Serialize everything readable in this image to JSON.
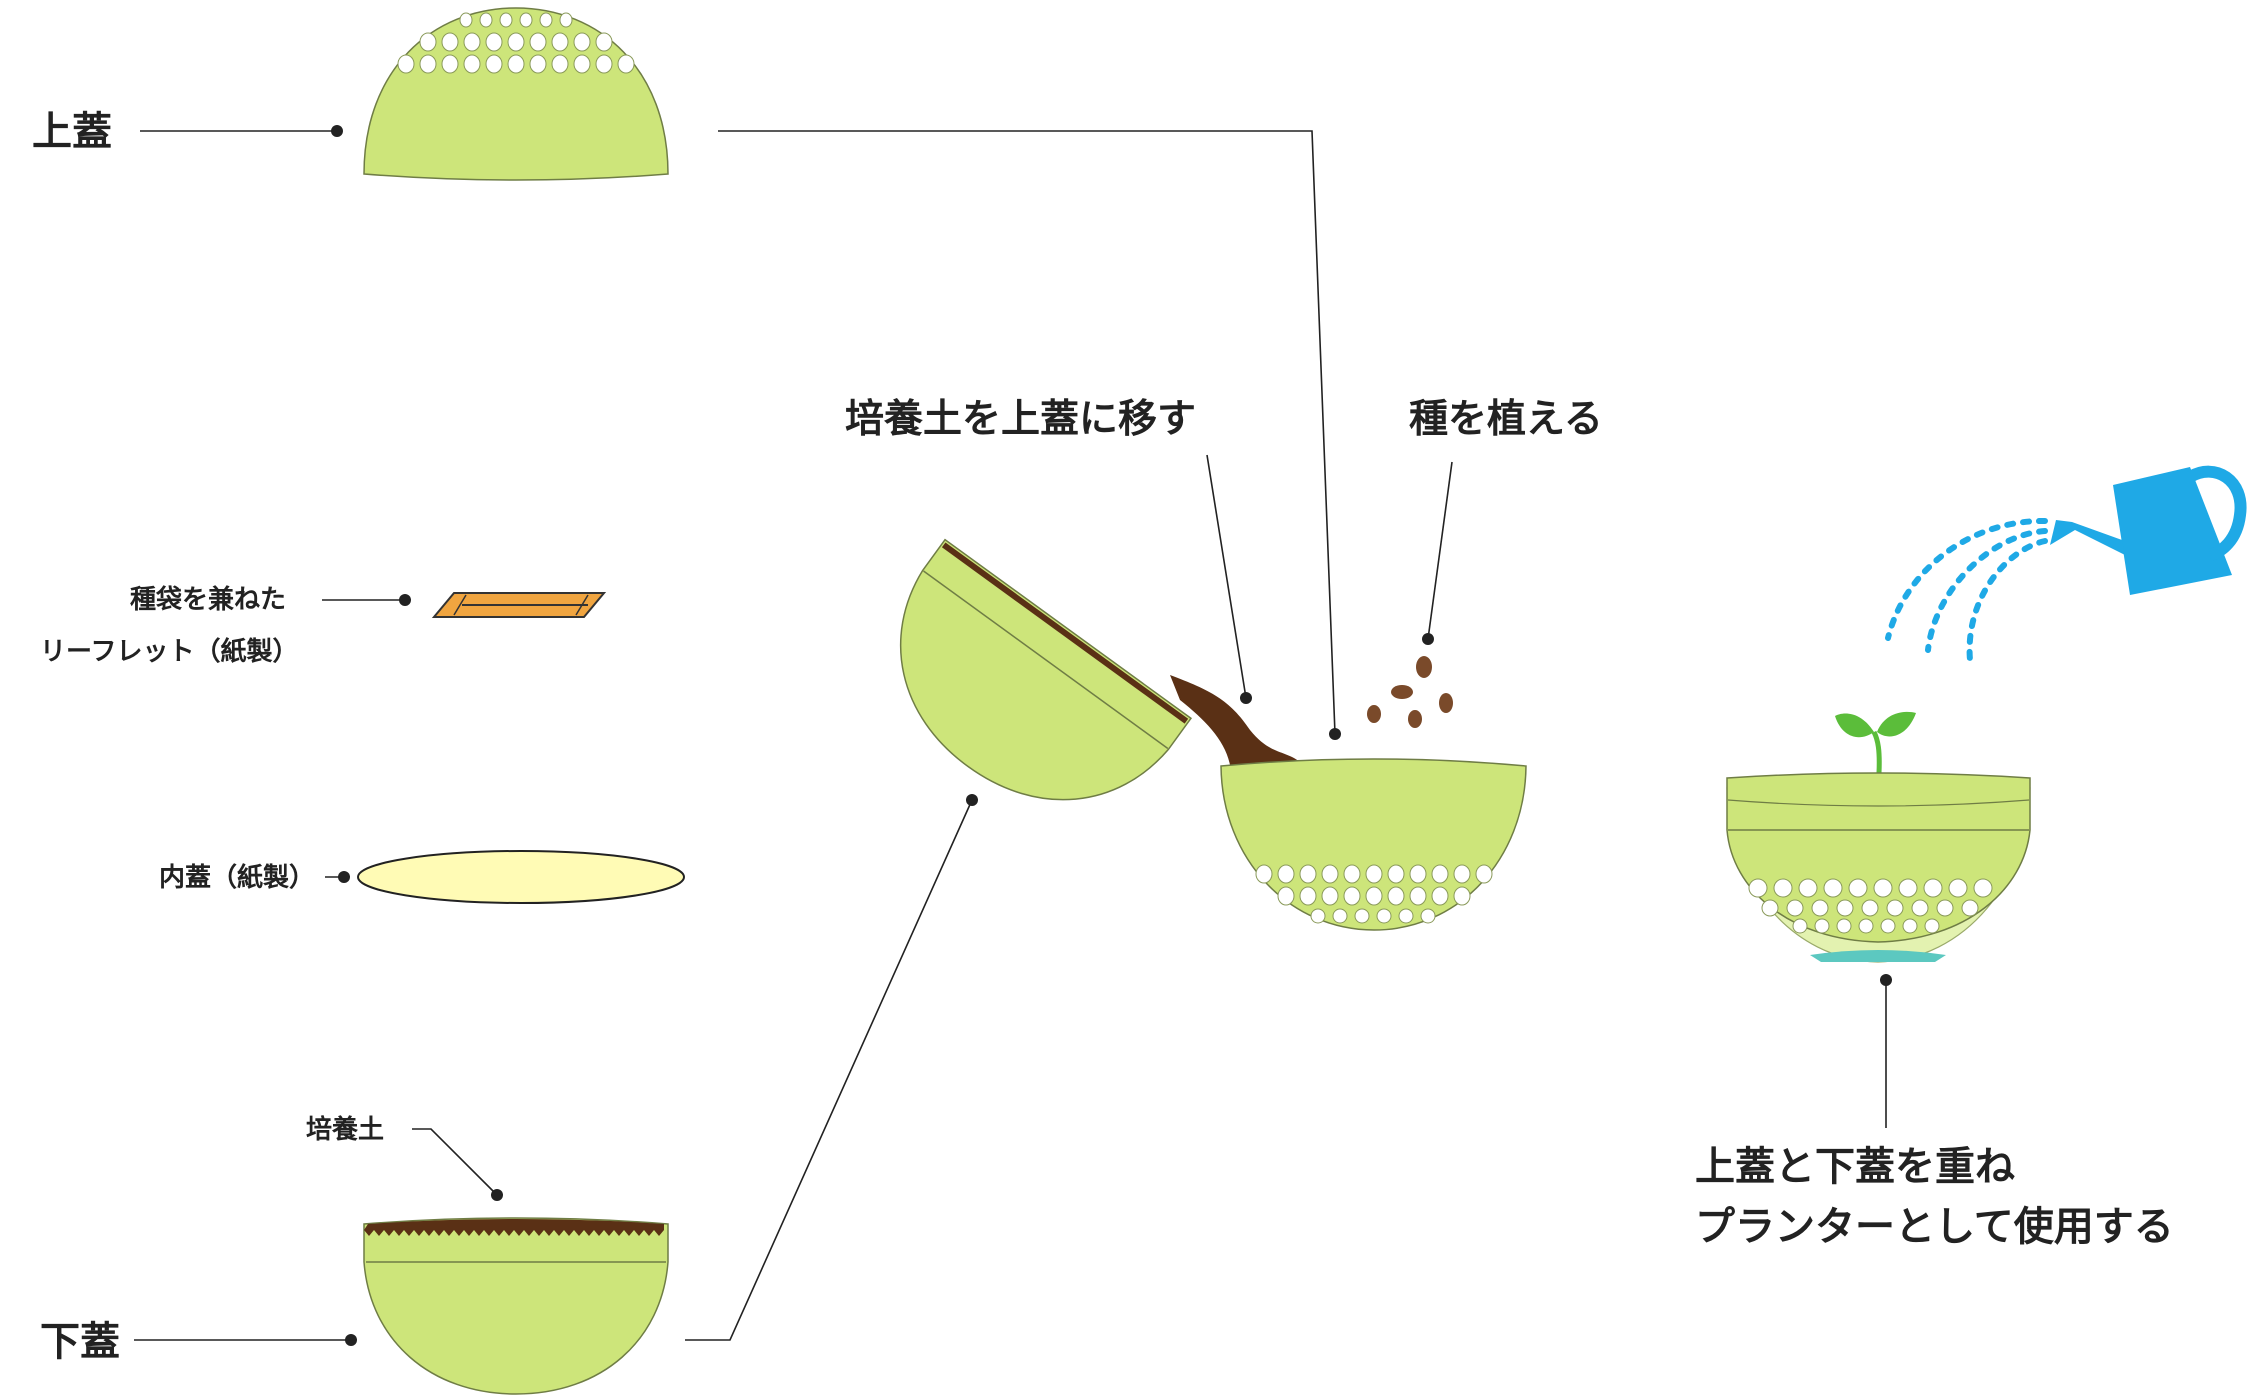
{
  "labels": {
    "upper_lid": "上蓋",
    "lower_lid": "下蓋",
    "leaflet_line1": "種袋を兼ねた",
    "leaflet_line2": "リーフレット（紙製）",
    "inner_lid": "内蓋（紙製）",
    "soil": "培養土",
    "step_transfer_soil": "培養土を上蓋に移す",
    "step_plant_seeds": "種を植える",
    "final_line1": "上蓋と下蓋を重ね",
    "final_line2": "プランターとして使用する"
  },
  "colors": {
    "lid_green": "#cde57a",
    "soil_brown": "#5a3015",
    "water_blue": "#1fa9e6",
    "sprout_green": "#5bbd3a",
    "leaflet_orange": "#f0a540",
    "inner_lid_cream": "#fffbb5",
    "water_pool": "#5cc8c0"
  }
}
